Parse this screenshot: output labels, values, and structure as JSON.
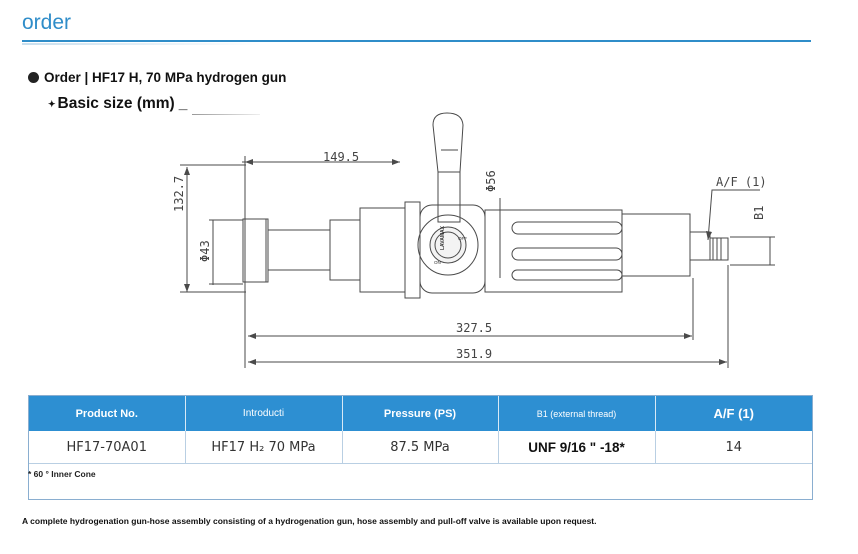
{
  "header": {
    "title": "order"
  },
  "section": {
    "heading": "Order | HF17 H, 70 MPa hydrogen gun",
    "basic_size": "Basic size (mm)",
    "basic_size_mark": "_"
  },
  "drawing": {
    "dims": {
      "d1495": "149.5",
      "d1327": "132.7",
      "d56": "Φ56",
      "d43": "Φ43",
      "d3275": "327.5",
      "d3519": "351.9",
      "af": "A/F (1)",
      "b1": "B1"
    },
    "knob_label_top": "LAVAMAX",
    "knob_label_off": "OFF",
    "knob_label_on": "ON"
  },
  "table": {
    "headers": [
      "Product No.",
      "Introducti",
      "Pressure (PS)",
      "B1 (external thread)",
      "A/F (1)"
    ],
    "row": {
      "product_no": "HF17-70A01",
      "intro": "HF17 H₂ 70 MPa",
      "pressure": "87.5 MPa",
      "b1": "UNF 9/16 \" -18*",
      "af": "14"
    },
    "footnote": "* 60 ° Inner Cone"
  },
  "bottom_note": "A complete hydrogenation gun-hose assembly consisting of a hydrogenation gun, hose assembly and pull-off valve is available upon request."
}
